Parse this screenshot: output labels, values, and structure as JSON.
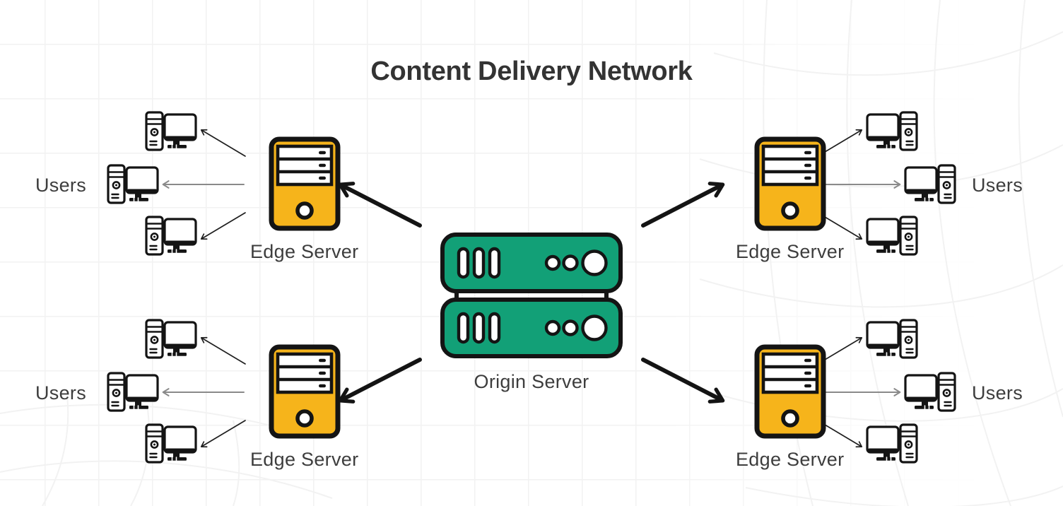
{
  "title": "Content Delivery Network",
  "origin_server": {
    "label": "Origin Server"
  },
  "edge_servers": [
    {
      "position": "top-left",
      "label": "Edge Server"
    },
    {
      "position": "top-right",
      "label": "Edge Server"
    },
    {
      "position": "bottom-left",
      "label": "Edge Server"
    },
    {
      "position": "bottom-right",
      "label": "Edge Server"
    }
  ],
  "user_groups": [
    {
      "position": "top-left",
      "label": "Users",
      "computer_count": 3
    },
    {
      "position": "top-right",
      "label": "Users",
      "computer_count": 3
    },
    {
      "position": "bottom-left",
      "label": "Users",
      "computer_count": 3
    },
    {
      "position": "bottom-right",
      "label": "Users",
      "computer_count": 3
    }
  ],
  "connections": {
    "origin_to_edge_arrows": 4,
    "edge_to_user_arrows_per_edge": 3
  },
  "colors": {
    "origin_server": "#12A077",
    "edge_server": "#F6B41B",
    "outline": "#141414",
    "label_text": "#3D3D3D",
    "title_text": "#333333",
    "arrow_dark": "#141414",
    "arrow_thin": "#1F1F1F",
    "arrow_gray": "#8A8A8A",
    "grid_line": "#F2F2F2",
    "background": "#FFFFFF"
  }
}
